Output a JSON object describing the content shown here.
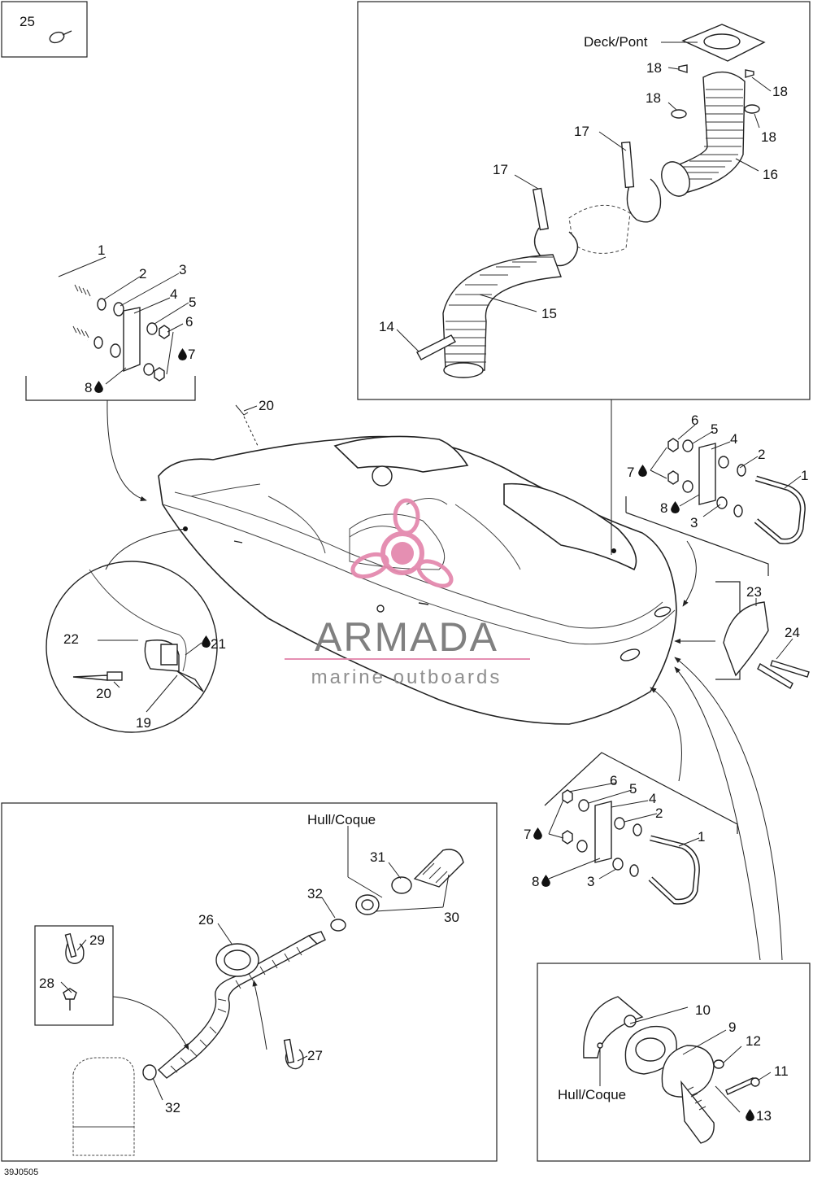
{
  "diagram_code": "39J0505",
  "watermark": {
    "brand": "ARMADA",
    "tagline": "marine outboards",
    "pink": "#e48aae",
    "gray": "#7a7a7a"
  },
  "text_labels": {
    "deck": "Deck/Pont",
    "hull_top": "Hull/Coque",
    "hull_bottom": "Hull/Coque"
  },
  "callouts": {
    "c1a": "1",
    "c1b": "1",
    "c1c": "1",
    "c2a": "2",
    "c2b": "2",
    "c2c": "2",
    "c3a": "3",
    "c3b": "3",
    "c3c": "3",
    "c4a": "4",
    "c4b": "4",
    "c4c": "4",
    "c5a": "5",
    "c5b": "5",
    "c5c": "5",
    "c6a": "6",
    "c6b": "6",
    "c6c": "6",
    "c7a": "7",
    "c7b": "7",
    "c7c": "7",
    "c8a": "8",
    "c8b": "8",
    "c8c": "8",
    "c9": "9",
    "c10": "10",
    "c11": "11",
    "c12": "12",
    "c13": "13",
    "c14": "14",
    "c15": "15",
    "c16": "16",
    "c17a": "17",
    "c17b": "17",
    "c18a": "18",
    "c18b": "18",
    "c18c": "18",
    "c18d": "18",
    "c19": "19",
    "c20a": "20",
    "c20b": "20",
    "c21": "21",
    "c22": "22",
    "c23": "23",
    "c24": "24",
    "c25": "25",
    "c26": "26",
    "c27": "27",
    "c28": "28",
    "c29": "29",
    "c30": "30",
    "c31": "31",
    "c32a": "32",
    "c32b": "32"
  },
  "icons": [
    "sealant-drop-icon",
    "arrow-icon"
  ]
}
